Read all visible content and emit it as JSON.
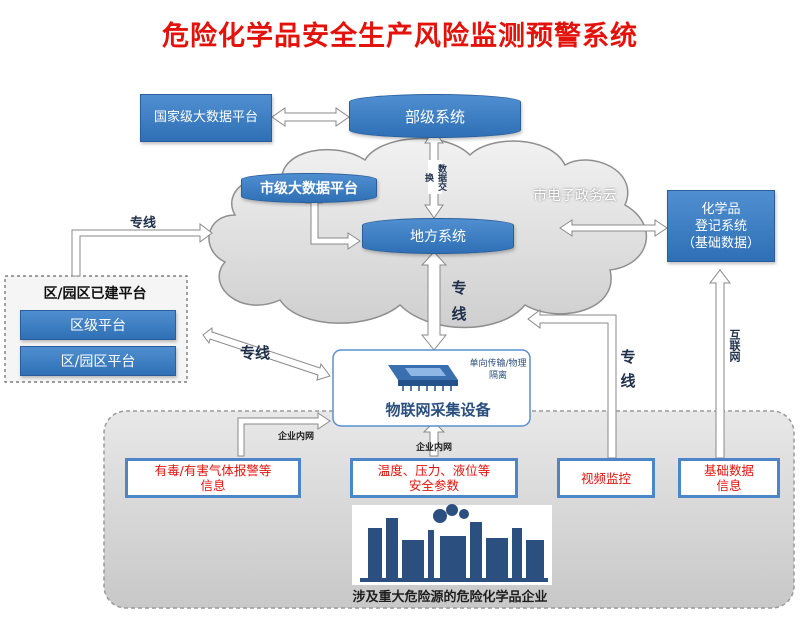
{
  "title": "危险化学品安全生产风险监测预警系统",
  "nodes": {
    "national": "国家级大数据平台",
    "ministry": "部级系统",
    "city_platform": "市级大数据平台",
    "local": "地方系统",
    "cloud": "市电子政务云",
    "chem_registry": "化学品\n登记系统\n（基础数据）",
    "district_title": "区/园区已建平台",
    "district_platform": "区级平台",
    "park_platform": "区/园区平台",
    "iot_device": "物联网采集设备",
    "iot_note": "单向传输/物理隔离",
    "enterprise": "涉及重大危险源的危险化学品企业"
  },
  "links": {
    "data_exchange": "数据交换",
    "dedicated_top": "专线",
    "dedicated_mid": "专\n线",
    "dedicated_left": "专线",
    "dedicated_right": "专\n线",
    "internet": "互联网",
    "intranet_1": "企业内网",
    "intranet_2": "企业内网"
  },
  "sources": {
    "gas": "有毒/有害气体报警等\n信息",
    "process": "温度、压力、液位等\n安全参数",
    "video": "视频监控",
    "basic": "基础数据\n信息"
  },
  "colors": {
    "title": "#e3120b",
    "box_blue": "#3a7cc2",
    "source_text": "#e3120b",
    "enterprise_bg": "#d9d9d9"
  }
}
